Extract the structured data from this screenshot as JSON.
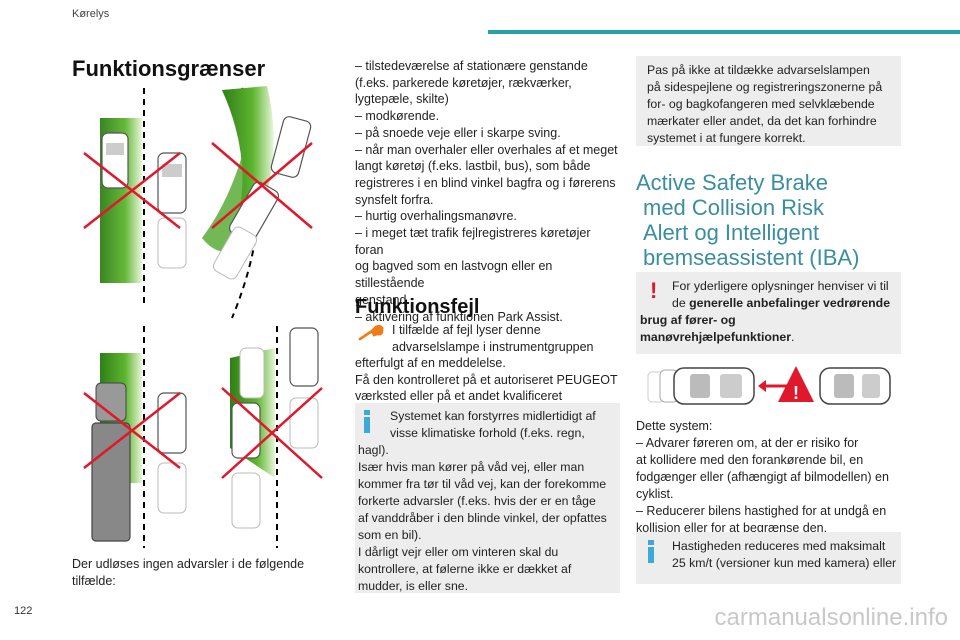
{
  "header": {
    "section": "Kørelys"
  },
  "page_number": "122",
  "watermark": "carmanualsonline.info",
  "col1": {
    "heading": "Funktionsgrænser",
    "intro": "Der udløses ingen advarsler i de følgende tilfælde:"
  },
  "col2": {
    "lines": [
      "– tilstedeværelse af stationære genstande",
      "(f.eks. parkerede køretøjer, rækværker,",
      "lygtepæle, skilte)",
      "– modkørende.",
      "– på snoede veje eller i skarpe sving.",
      "– når man overhaler eller overhales af et meget",
      "langt køretøj (f.eks. lastbil, bus), som både",
      "registreres i en blind vinkel bagfra og i førerens",
      "synsfelt forfra.",
      "– hurtig overhalingsmanøvre.",
      "– i meget tæt trafik fejlregistreres køretøjer foran",
      "og bagved som en lastvogn eller en stillestående",
      "genstand.",
      "– aktivering af funktionen Park Assist."
    ],
    "fault_heading": "Funktionsfejl",
    "fault_lines": [
      "I tilfælde af fejl lyser denne",
      "advarselslampe i instrumentgruppen"
    ],
    "fault_lines2": [
      "efterfulgt af en meddelelse.",
      "Få den kontrolleret på et autoriseret PEUGEOT",
      "værksted eller på et andet kvalificeret værksted."
    ],
    "info_box_lines": [
      "Systemet kan forstyrres midlertidigt af",
      "visse klimatiske forhold (f.eks. regn,",
      "hagl).",
      "Især hvis man kører på våd vej, eller man",
      "kommer fra tør til våd vej, kan der forekomme",
      "forkerte advarsler (f.eks. hvis der er en tåge",
      "af vanddråber i den blinde vinkel, der opfattes",
      "som en bil).",
      "I dårligt vejr eller om vinteren skal du",
      "kontrollere, at følerne ikke er dækket af",
      "mudder, is eller sne."
    ]
  },
  "col3": {
    "top_box_lines": [
      "Pas på ikke at tildække advarselslampen",
      "på sidespejlene og registreringszonerne på",
      "for- og bagkofangeren med selvklæbende",
      "mærkater eller andet, da det kan forhindre",
      "systemet i at fungere korrekt."
    ],
    "heading_lines": [
      "Active Safety Brake",
      "med Collision Risk",
      "Alert og Intelligent",
      "bremseassistent (IBA)"
    ],
    "warn_line1": "For yderligere oplysninger henviser vi til",
    "warn_line2_prefix": "de ",
    "warn_line2_bold": "generelle anbefalinger vedrørende",
    "warn_line3_bold": "brug af fører- og",
    "warn_line4_bold": "manøvrehjælpefunktioner",
    "warn_line4_suffix": ".",
    "body_lines": [
      "Dette system:",
      "– Advarer føreren om, at der er risiko for",
      "at kollidere med den forankørende bil, en",
      "fodgænger eller (afhængigt af bilmodellen) en",
      "cyklist.",
      "– Reducerer bilens hastighed for at undgå en",
      "kollision eller for at begrænse den."
    ],
    "bottom_box_lines": [
      "Hastigheden reduceres med maksimalt",
      "25 km/t (versioner kun med kamera) eller"
    ],
    "warning_triangle_symbol": "!"
  },
  "colors": {
    "accent": "#23a2ad",
    "info": "#3da9d9",
    "warning": "#e0182b",
    "green": "#3f9a1e",
    "heading_teal": "#3a8ea0"
  }
}
